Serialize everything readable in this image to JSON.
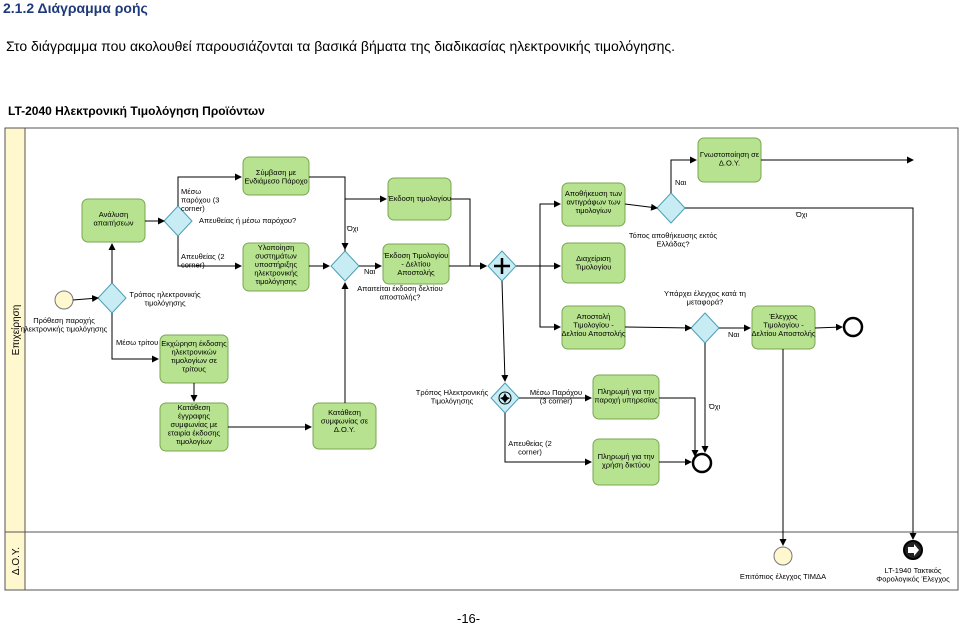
{
  "section": {
    "heading": "2.1.2 Διάγραμμα ροής",
    "intro": "Στο διάγραμμα που ακολουθεί παρουσιάζονται τα βασικά βήματα της διαδικασίας ηλεκτρονικής τιμολόγησης."
  },
  "diagram": {
    "title": "LT-2040 Ηλεκτρονική Τιμολόγηση Προϊόντων",
    "lanes": {
      "top": "Επιχείρηση",
      "bottom": "Δ.Ο.Υ."
    },
    "tasks": {
      "analysis": [
        "Ανάλυση",
        "απαιτήσεων"
      ],
      "contract": [
        "Σύμβαση με",
        "Ενδιάμεσο Πάροχο"
      ],
      "systems": [
        "Υλοποίηση",
        "συστημάτων",
        "υποστήριξης",
        "ηλεκτρονικής",
        "τιμολόγησης"
      ],
      "third_party": [
        "Εκχώρηση έκδοσης",
        "ηλεκτρονικών",
        "τιμολογίων σε",
        "τρίτους"
      ],
      "agreement": [
        "Κατάθεση",
        "έγγραφης",
        "συμφωνίας με",
        "εταιρία έκδοσης",
        "τιμολογίων"
      ],
      "deposit": [
        "Κατάθεση",
        "συμφωνίας σε",
        "Δ.Ο.Υ."
      ],
      "issue": [
        "Έκδοση τιμολογίου"
      ],
      "issue_delivery": [
        "Έκδοση Τιμολογίου",
        "- Δελτίου",
        "Αποστολής"
      ],
      "store": [
        "Αποθήκευση των",
        "αντιγράφων των",
        "τιμολογίων"
      ],
      "distribute": [
        "Διαχείριση",
        "Τιμολογίου"
      ],
      "dispatch": [
        "Αποστολή",
        "Τιμολογίου -",
        "Δελτίου Αποστολής"
      ],
      "notify": [
        "Γνωστοποίηση σε",
        "Δ.Ο.Υ."
      ],
      "check": [
        "Έλεγχος",
        "Τιμολογίου -",
        "Δελτίου Αποστολής"
      ],
      "pay_service": [
        "Πληρωμή για την",
        "παροχή υπηρεσίας"
      ],
      "pay_network": [
        "Πληρωμή για την",
        "χρήση δικτύου"
      ]
    },
    "labels": {
      "start_event": [
        "Πρόθεση παροχής",
        "ηλεκτρονικής τιμολόγησης"
      ],
      "gw_method": [
        "Τρόπος ηλεκτρονικής",
        "τιμολόγησης"
      ],
      "via_third": "Μέσω τρίτου",
      "via_provider": [
        "Μέσω",
        "παρόχου (3",
        "corner)"
      ],
      "direct_or_provider": "Απευθείας ή μέσω παρόχου?",
      "direct": [
        "Απευθείας (2",
        "corner)"
      ],
      "no_1": "Όχι",
      "yes_1": "Ναι",
      "delivery_needed": [
        "Απαιτείται έκδοση δελτίου",
        "αποστολής?"
      ],
      "storage_abroad": [
        "Τόπος αποθήκευσης εκτός",
        "Ελλάδας?"
      ],
      "yes_2": "Ναι",
      "no_2": "Όχι",
      "transport_check": [
        "Υπάρχει έλεγχος κατά τη",
        "μεταφορά?"
      ],
      "yes_3": "Ναι",
      "no_3": "Όχι",
      "gw_invoice_method": [
        "Τρόπος Ηλεκτρονικής",
        "Τιμολόγησης"
      ],
      "via_provider_2": [
        "Μέσω Παρόχου",
        "(3 corner)"
      ],
      "direct_2": [
        "Απευθείας (2",
        "corner)"
      ],
      "random_check": "Επιτόπιος έλεγχος ΤΙΜΔΑ",
      "link_event": [
        "LT-1940 Τακτικός",
        "Φορολογικός Έλεγχος"
      ]
    }
  },
  "page_number": "-16-"
}
